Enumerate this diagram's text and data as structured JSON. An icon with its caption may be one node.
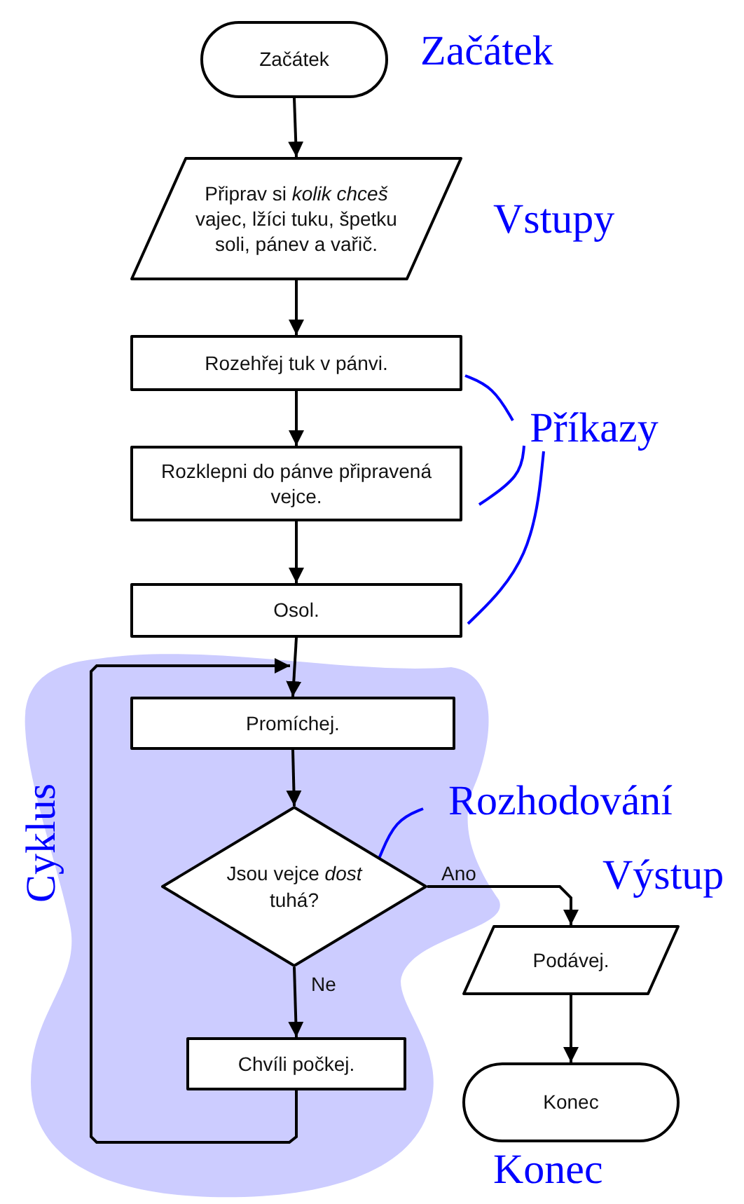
{
  "diagram": {
    "nodes": [
      {
        "text": [
          "Začátek"
        ]
      },
      {
        "text": [
          "Připrav si *kolik chceš* vajec, lžíci tuku, špetku soli, pánev a vařič."
        ]
      },
      {
        "text": [
          "Rozehřej tuk v pánvi."
        ]
      },
      {
        "text": [
          "Rozklepni do pánve připravená vejce."
        ]
      },
      {
        "text": [
          "Osol."
        ]
      },
      {
        "text": [
          "Cyklus"
        ]
      },
      {
        "text": [
          "Promíchej."
        ],
        "in": 5
      },
      {
        "text": [
          "Jsou vejce *dost* tuhá?"
        ],
        "in": 5
      },
      {
        "text": [
          "Chvíli počkej."
        ],
        "in": 5
      },
      {
        "text": [
          "Podávej."
        ]
      },
      {
        "text": [
          "Konec"
        ]
      },
      {
        "text": [
          "Příkazy"
        ]
      },
      {
        "text": [
          "Rozhodování"
        ]
      }
    ],
    "edges": [
      {
        "from": 0,
        "to": 1,
        "arrow": "to"
      },
      {
        "from": 1,
        "to": 2,
        "arrow": "to"
      },
      {
        "from": 2,
        "to": 3,
        "arrow": "to"
      },
      {
        "from": 3,
        "to": 4,
        "arrow": "to"
      },
      {
        "from": 4,
        "to": 6,
        "arrow": "to"
      },
      {
        "from": 6,
        "to": 7,
        "arrow": "to"
      },
      {
        "from": 7,
        "to": 8,
        "label": "Ne",
        "arrow": "to"
      },
      {
        "from": 7,
        "to": 9,
        "label": "Ano",
        "arrow": "to"
      },
      {
        "from": 9,
        "to": 10,
        "arrow": "to"
      },
      {
        "from": 8,
        "to": 6,
        "arrow": "to"
      },
      {
        "from": 11,
        "to": 2,
        "arrow": "none",
        "color": "#0000ff"
      },
      {
        "from": 11,
        "to": 3,
        "arrow": "none",
        "color": "#0000ff"
      },
      {
        "from": 11,
        "to": 4,
        "arrow": "none",
        "color": "#0000ff"
      },
      {
        "from": 12,
        "to": 7,
        "arrow": "none",
        "color": "#0000ff"
      }
    ],
    "labels": [
      "Začátek",
      "Vstupy",
      "Výstup",
      "Konec"
    ]
  }
}
